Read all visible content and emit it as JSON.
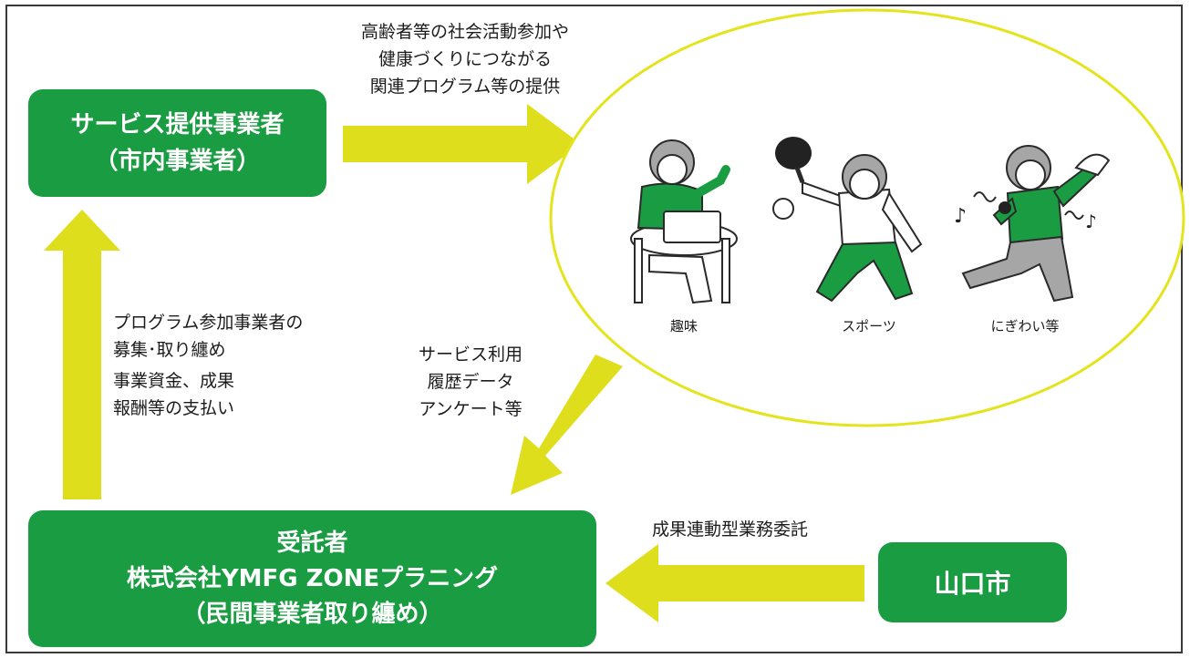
{
  "colors": {
    "green": "#1a9c42",
    "arrow_yellow": "#dede1c",
    "ellipse_yellow": "#e4e41e",
    "gray": "#a6a6a6"
  },
  "provider_box": {
    "line1": "サービス提供事業者",
    "line2": "（市内事業者）"
  },
  "contractor_box": {
    "line1": "受託者",
    "line2": "株式会社YMFG ZONEプラニング",
    "line3": "（民間事業者取り纏め）"
  },
  "city_box": {
    "label": "山口市"
  },
  "top_arrow_text": [
    "高齢者等の社会活動参加や",
    "健康づくりにつながる",
    "関連プログラム等の提供"
  ],
  "left_text_a": [
    "プログラム参加事業者の",
    "募集･取り纏め"
  ],
  "left_text_b": [
    "事業資金、成果",
    "報酬等の支払い"
  ],
  "data_text": [
    "サービス利用",
    "履歴データ",
    "アンケート等"
  ],
  "contract_text": "成果連動型業務委託",
  "activities": [
    {
      "label": "趣味",
      "icon": "hobby-laptop-figure-icon"
    },
    {
      "label": "スポーツ",
      "icon": "table-tennis-figure-icon"
    },
    {
      "label": "にぎわい等",
      "icon": "karaoke-singer-figure-icon"
    }
  ]
}
